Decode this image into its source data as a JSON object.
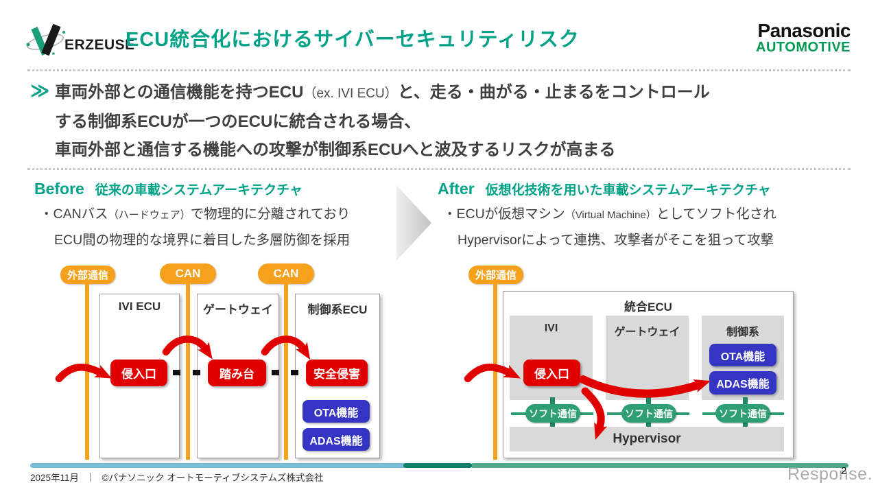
{
  "header": {
    "logo_brand": "ERZEUSE",
    "title": "ECU統合化におけるサイバーセキュリティリスク",
    "brand_top": "Panasonic",
    "brand_bottom": "AUTOMOTIVE"
  },
  "key_message": {
    "marker": "≫",
    "line1_pre": "車両外部との通信機能を持つECU",
    "line1_paren": "（ex. IVI ECU）",
    "line1_post": "と、走る・曲がる・止まるをコントロール",
    "line2": "する制御系ECUが一つのECUに統合される場合、",
    "line3": "車両外部と通信する機能への攻撃が制御系ECUへと波及するリスクが高まる"
  },
  "before": {
    "label": "Before",
    "heading": "従来の車載システムアーキテクチャ",
    "bullet_mark": "・",
    "line1_pre": "CANバス",
    "line1_paren": "（ハードウェア）",
    "line1_post": "で物理的に分離されており",
    "line2": "ECU間の物理的な境界に着目した多層防御を採用",
    "diagram": {
      "external_comm": "外部通信",
      "can1": "CAN",
      "can2": "CAN",
      "box1": "IVI ECU",
      "box2": "ゲートウェイ",
      "box3": "制御系ECU",
      "badge1": "侵入口",
      "badge2": "踏み台",
      "badge3": "安全侵害",
      "func1": "OTA機能",
      "func2": "ADAS機能"
    }
  },
  "after": {
    "label": "After",
    "heading": "仮想化技術を用いた車載システムアーキテクチャ",
    "bullet_mark": "・",
    "line1_pre": "ECUが仮想マシン",
    "line1_paren": "（Virtual Machine）",
    "line1_post": "としてソフト化され",
    "line2": "Hypervisorによって連携、攻撃者がそこを狙って攻撃",
    "diagram": {
      "external_comm": "外部通信",
      "container": "統合ECU",
      "vm1": "IVI",
      "vm2": "ゲートウェイ",
      "vm3": "制御系",
      "badge1": "侵入口",
      "func1": "OTA機能",
      "func2": "ADAS機能",
      "soft1": "ソフト通信",
      "soft2": "ソフト通信",
      "soft3": "ソフト通信",
      "hypervisor": "Hypervisor"
    }
  },
  "footer": {
    "date": "2025年11月",
    "separator": "｜",
    "copyright": "©パナソニック オートモーティブシステムズ株式会社",
    "page": "2",
    "watermark": "Response."
  },
  "colors": {
    "accent_teal": "#00A287",
    "orange": "#F5A11C",
    "red": "#E00000",
    "blue": "#3535C4",
    "green": "#2E9E74",
    "panasonic_green": "#009A55"
  }
}
